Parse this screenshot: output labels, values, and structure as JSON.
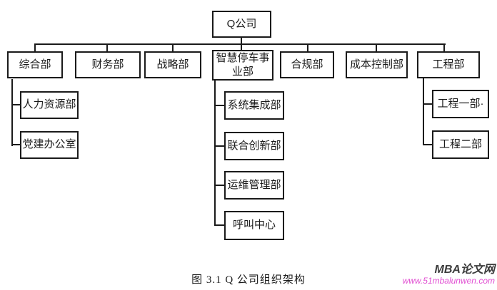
{
  "org": {
    "root": {
      "label": "Q公司"
    },
    "departments": [
      {
        "label": "综合部",
        "children": [
          {
            "label": "人力资源部"
          },
          {
            "label": "党建办公室"
          }
        ]
      },
      {
        "label": "财务部",
        "children": []
      },
      {
        "label": "战略部",
        "children": []
      },
      {
        "label": "智慧停车事业部",
        "children": [
          {
            "label": "系统集成部"
          },
          {
            "label": "联合创新部"
          },
          {
            "label": "运维管理部"
          },
          {
            "label": "呼叫中心"
          }
        ]
      },
      {
        "label": "合规部",
        "children": []
      },
      {
        "label": "成本控制部",
        "children": []
      },
      {
        "label": "工程部",
        "children": [
          {
            "label": "工程一部·"
          },
          {
            "label": "工程二部"
          }
        ]
      }
    ]
  },
  "caption": "图 3.1 Q 公司组织架构",
  "watermark": {
    "site_name": "MBA论文网",
    "site_url": "www.51mbalunwen.com",
    "name_color": "#3c3c3c",
    "url_color": "#e14fd2"
  },
  "colors": {
    "line": "#1a1a1a",
    "box_border": "#1a1a1a",
    "background": "#ffffff"
  }
}
